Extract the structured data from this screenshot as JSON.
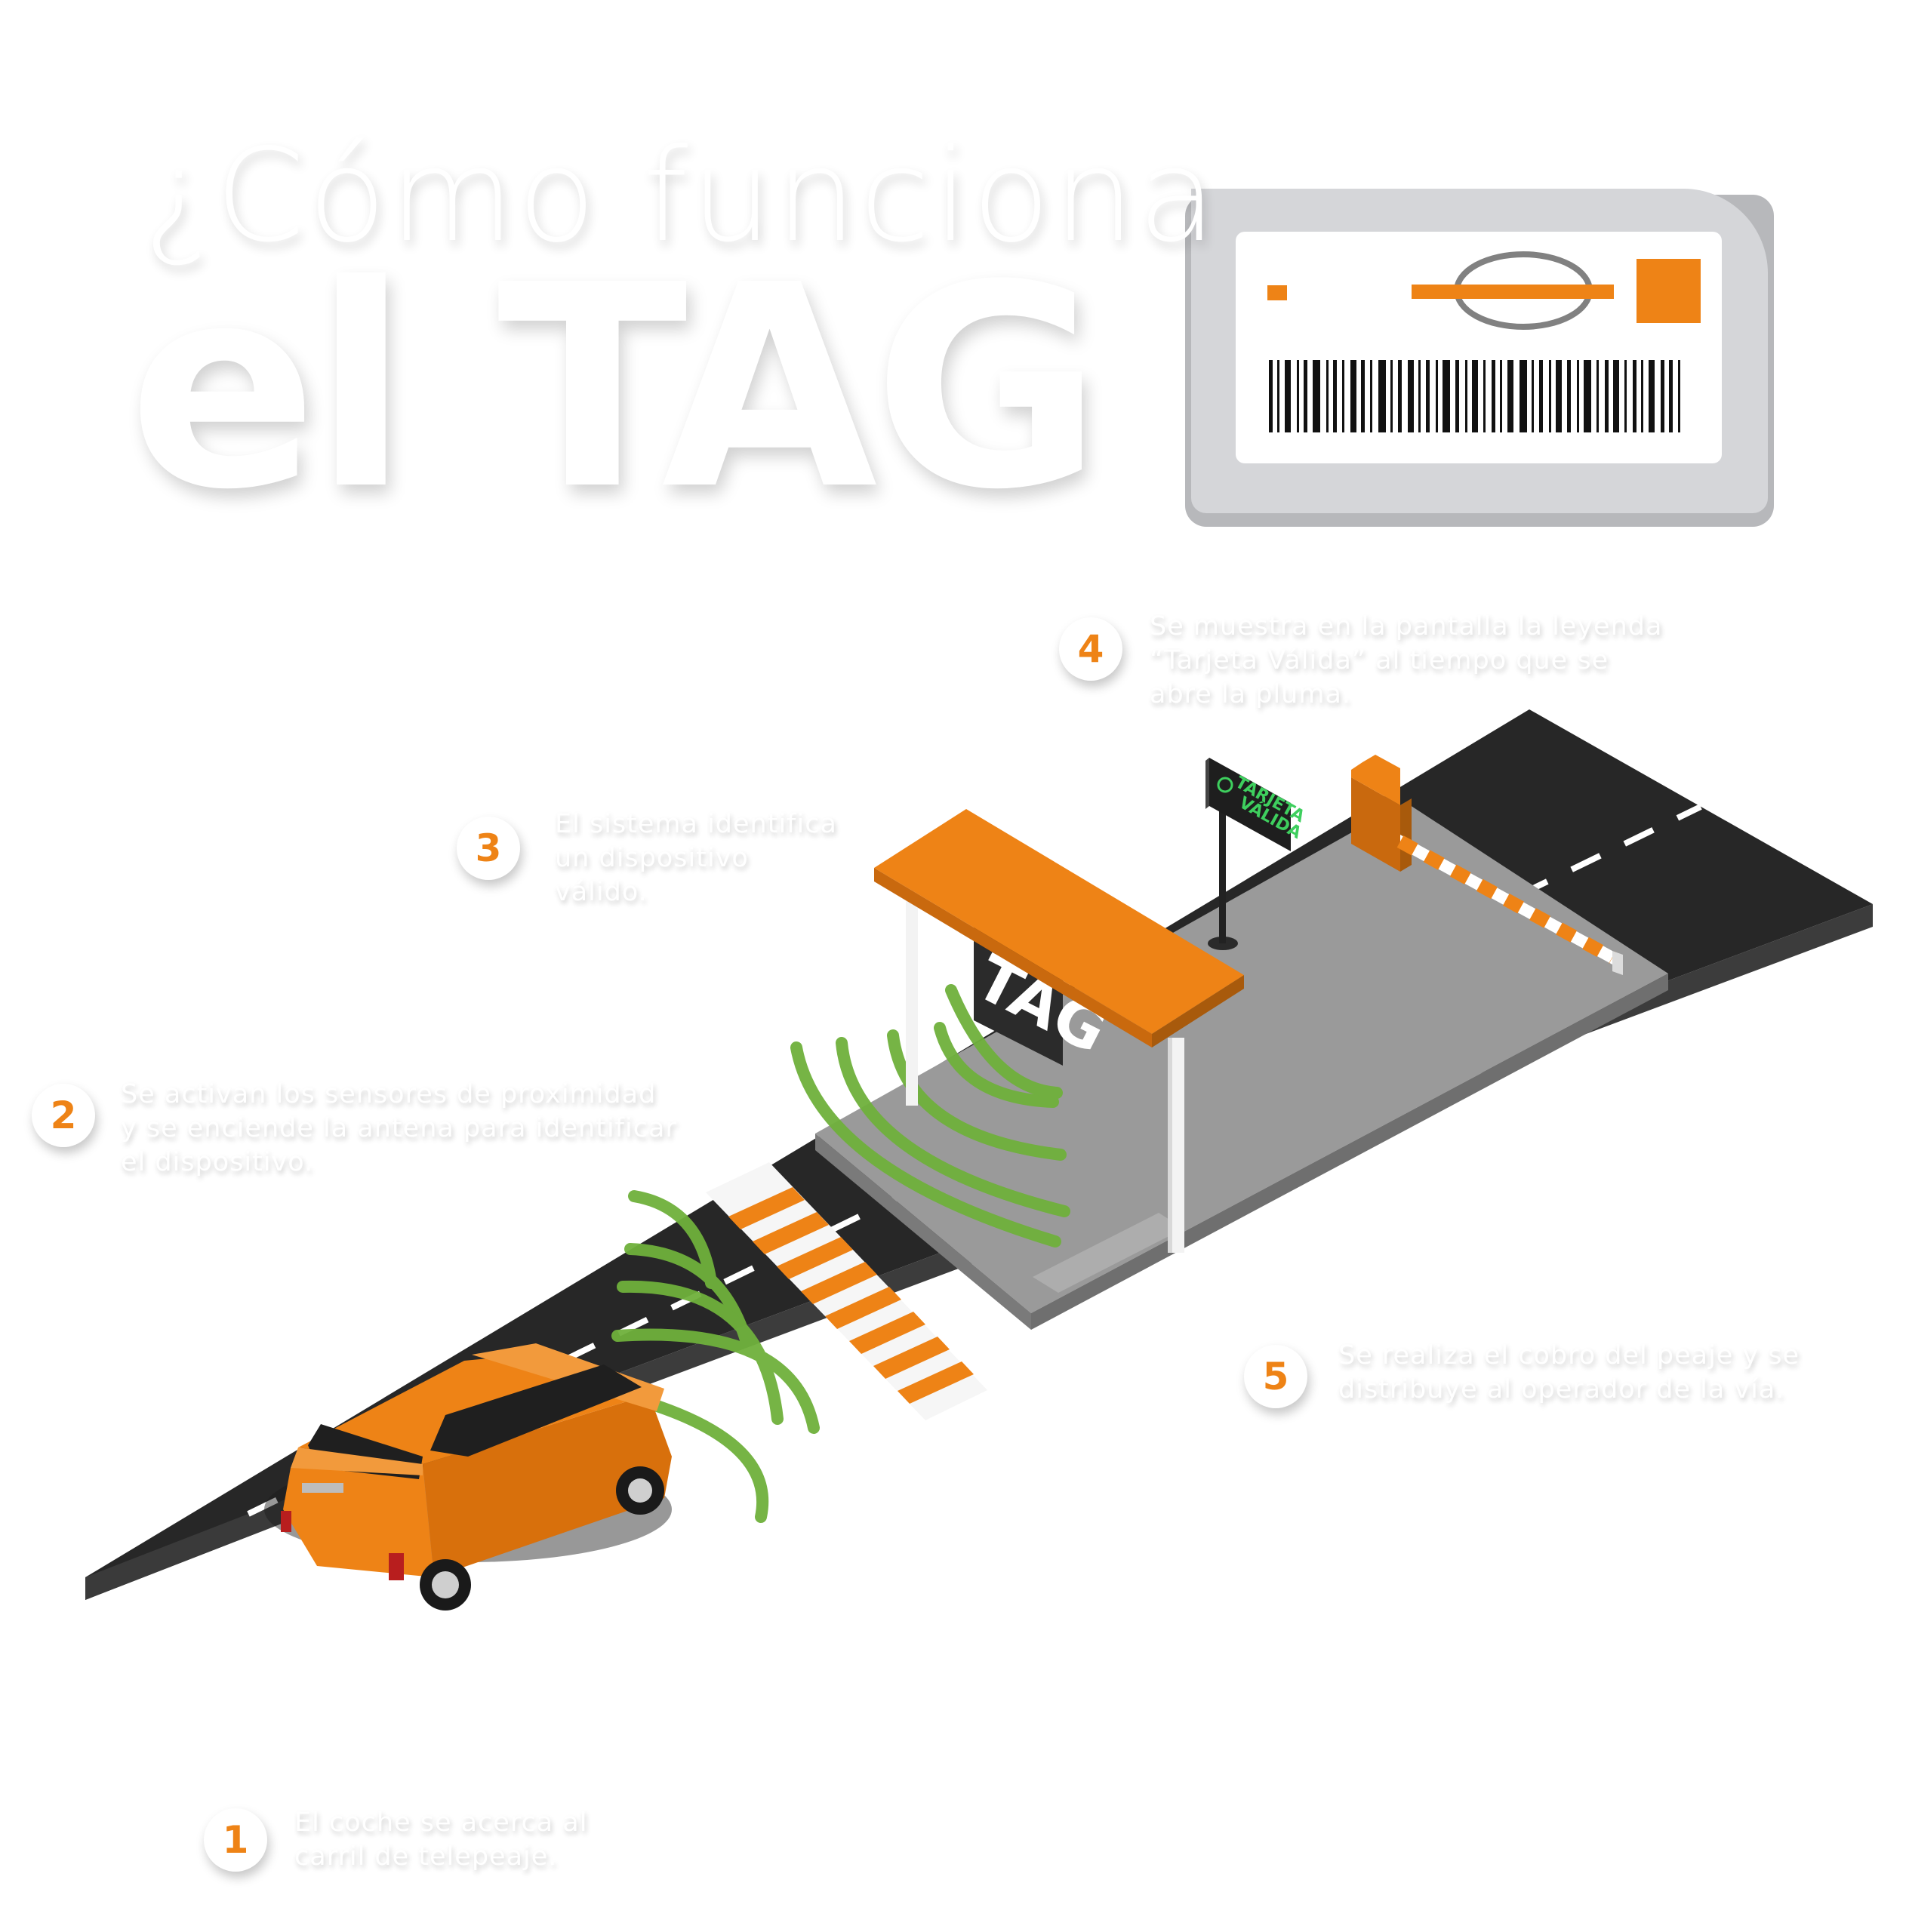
{
  "title": {
    "line1": "¿Cómo funciona",
    "line2": "el TAG"
  },
  "booth_sign": "TAG",
  "screen_display": {
    "line1": "TARJETA",
    "line2": "VÁLIDA"
  },
  "steps": [
    {
      "number": "1",
      "text": [
        "El coche se acerca al",
        "carril de telepeaje."
      ]
    },
    {
      "number": "2",
      "text": [
        "Se activan los sensores de proximidad",
        "y se enciende la antena para identificar",
        "el dispositivo."
      ]
    },
    {
      "number": "3",
      "text": [
        "El sistema identifica",
        "un dispositivo",
        "válido."
      ]
    },
    {
      "number": "4",
      "text": [
        "Se muestra en la pantalla la leyenda",
        "“Tarjeta Válida” al tiempo que se",
        "abre la pluma."
      ]
    },
    {
      "number": "5",
      "text": [
        "Se realiza el cobro del peaje y se",
        "distribuye al operador de la vía."
      ]
    }
  ],
  "colors": {
    "accent_orange": "#ee8316",
    "road": "#272727",
    "road_side": "#474747",
    "island": "#8f8f8f",
    "signal_green": "#6fb13c",
    "card_gray": "#d5d6d9",
    "screen_text_green": "#3ecf5e"
  },
  "icons": [
    "tag-card-icon",
    "car-icon",
    "signal-waves-icon",
    "barrier-gate-icon",
    "toll-booth-icon",
    "display-screen-icon"
  ]
}
